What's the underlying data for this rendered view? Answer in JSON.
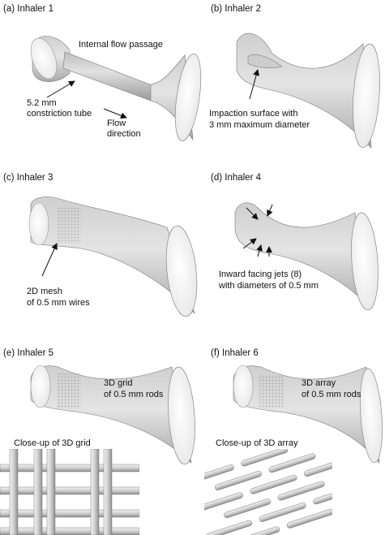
{
  "panels": [
    {
      "title": "(a) Inhaler 1",
      "notes": [
        "Internal flow passage"
      ],
      "tube_line1": "5.2 mm",
      "tube_line2": "constriction tube",
      "flow_line1": "Flow",
      "flow_line2": "direction"
    },
    {
      "title": "(b) Inhaler 2",
      "impaction_line1": "Impaction surface with",
      "impaction_line2": "3 mm maximum diameter"
    },
    {
      "title": "(c) Inhaler 3",
      "mesh_line1": "2D mesh",
      "mesh_line2": "of 0.5 mm wires"
    },
    {
      "title": "(d) Inhaler 4",
      "jets_line1": "Inward facing jets (8)",
      "jets_line2": "with diameters of 0.5 mm"
    },
    {
      "title": "(e) Inhaler 5",
      "grid_line1": "3D grid",
      "grid_line2": "of 0.5 mm rods",
      "closeup": "Close-up of 3D grid"
    },
    {
      "title": "(f) Inhaler 6",
      "array_line1": "3D array",
      "array_line2": "of 0.5 mm rods",
      "closeup": "Close-up of 3D array"
    }
  ],
  "colors": {
    "body": "#d9d9d9",
    "shade": "#b5b5b5",
    "edge": "#666666",
    "rod": "#c8c8c8"
  }
}
